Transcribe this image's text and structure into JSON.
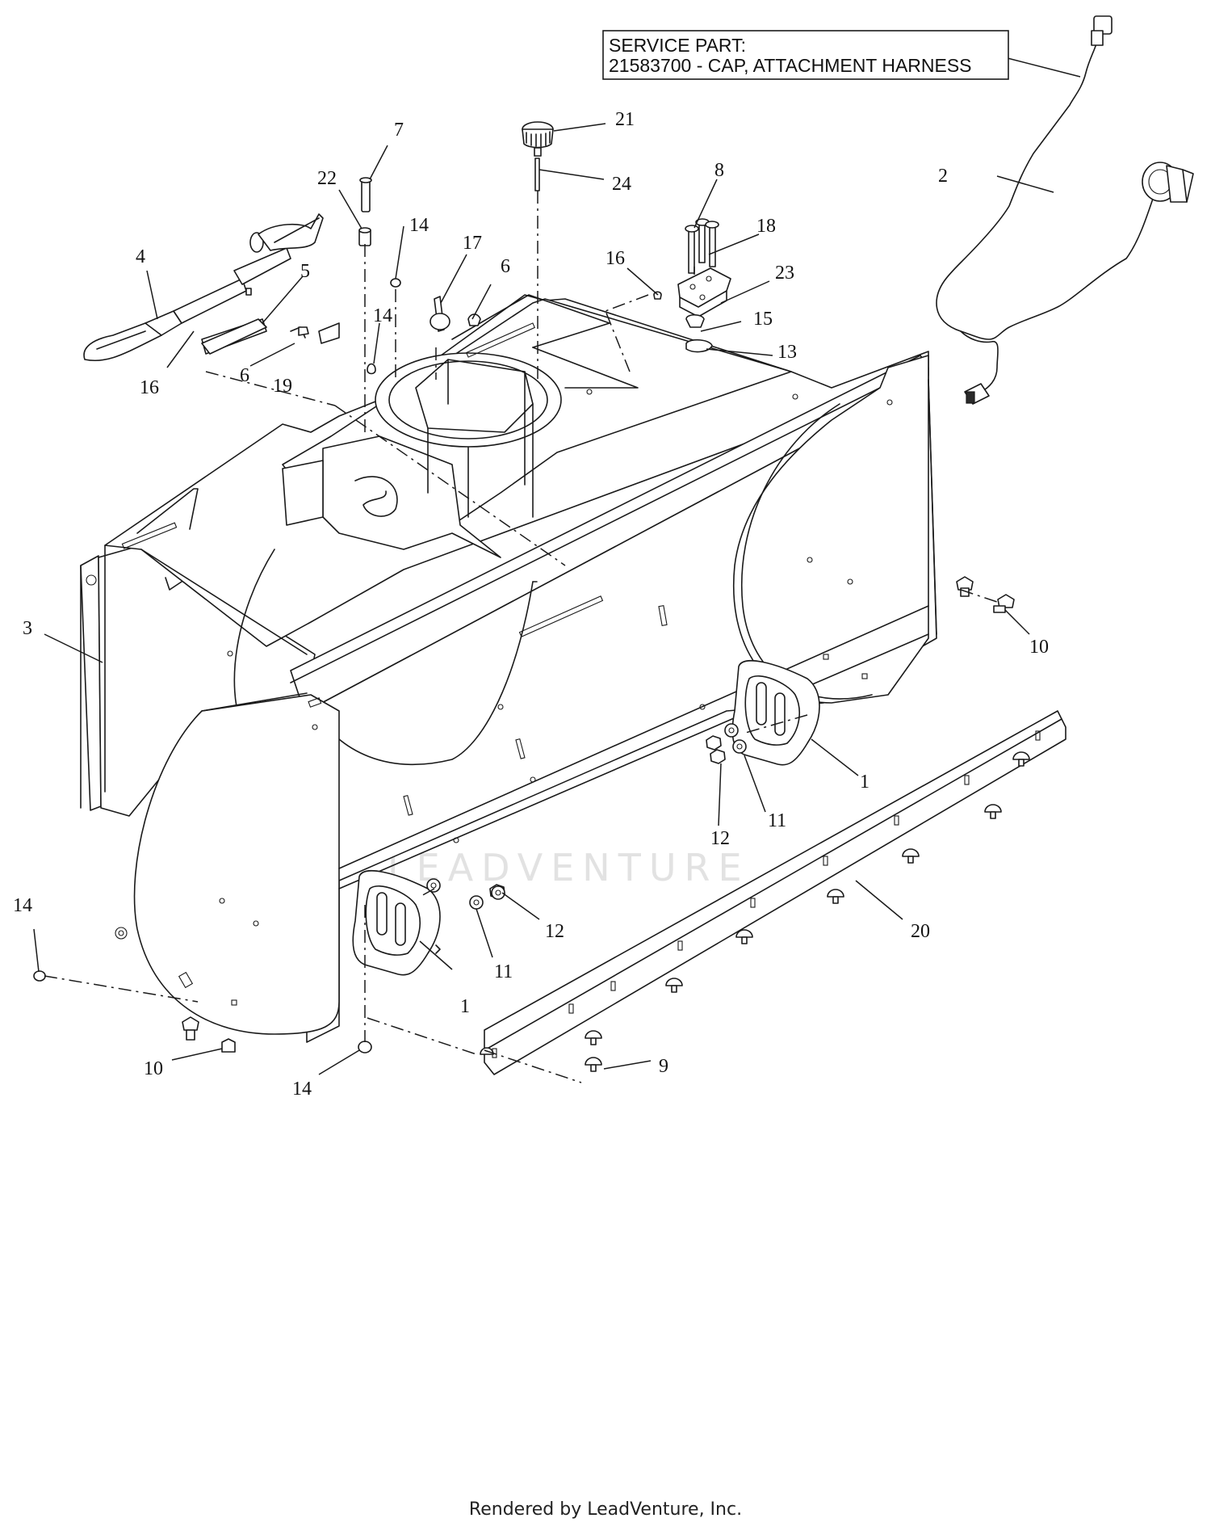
{
  "service_note": {
    "line1": "SERVICE PART:",
    "line2": "21583700 - CAP, ATTACHMENT HARNESS"
  },
  "callouts": [
    "1",
    "1",
    "2",
    "3",
    "4",
    "5",
    "6",
    "6",
    "7",
    "8",
    "9",
    "10",
    "10",
    "11",
    "11",
    "12",
    "12",
    "13",
    "14",
    "14",
    "14",
    "14",
    "15",
    "16",
    "16",
    "17",
    "18",
    "19",
    "20",
    "21",
    "22",
    "23",
    "24"
  ],
  "watermark": "LEADVENTURE",
  "footer": "Rendered by LeadVenture, Inc."
}
